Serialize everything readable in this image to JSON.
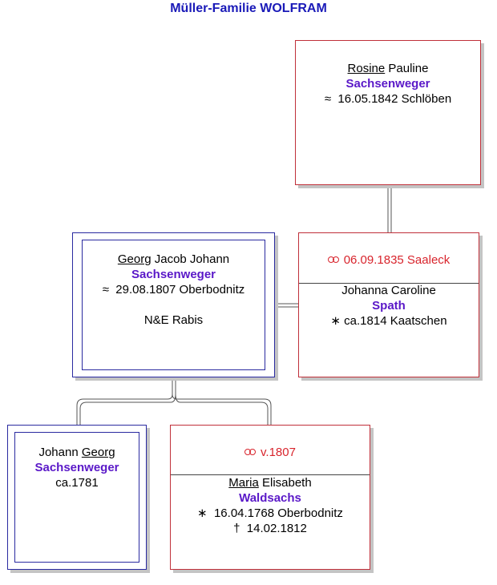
{
  "title": "Müller-Familie WOLFRAM",
  "rosine": {
    "given_underlined": "Rosine",
    "given_rest": " Pauline",
    "surname": "Sachsenweger",
    "event_symbol": "≈",
    "event": "16.05.1842 Schlöben"
  },
  "georg_jacob": {
    "given_underlined": "Georg",
    "given_rest": " Jacob Johann",
    "surname": "Sachsenweger",
    "event_symbol": "≈",
    "event": "29.08.1807 Oberbodnitz",
    "note": "N&E Rabis"
  },
  "spath_marriage": {
    "marriage_text": "06.09.1835 Saaleck",
    "given": "Johanna Caroline",
    "surname": "Spath",
    "event_symbol": "∗",
    "event": "ca.1814 Kaatschen"
  },
  "johann_georg": {
    "given_plain": "Johann ",
    "given_underlined": "Georg",
    "surname": "Sachsenweger",
    "event": "ca.1781"
  },
  "waldsachs_marriage": {
    "marriage_text": "v.1807",
    "given_underlined": "Maria",
    "given_rest": " Elisabeth",
    "surname": "Waldsachs",
    "birth_symbol": "∗",
    "birth": "16.04.1768 Oberbodnitz",
    "death_symbol": "†",
    "death": "14.02.1812"
  },
  "colors": {
    "title": "#1a1ab8",
    "surname": "#5a18c8",
    "marriage": "#d8242c",
    "red_border": "#c0303a",
    "blue_border": "#2a2aa0"
  },
  "icons": {
    "marriage": "marriage-rings-icon"
  }
}
